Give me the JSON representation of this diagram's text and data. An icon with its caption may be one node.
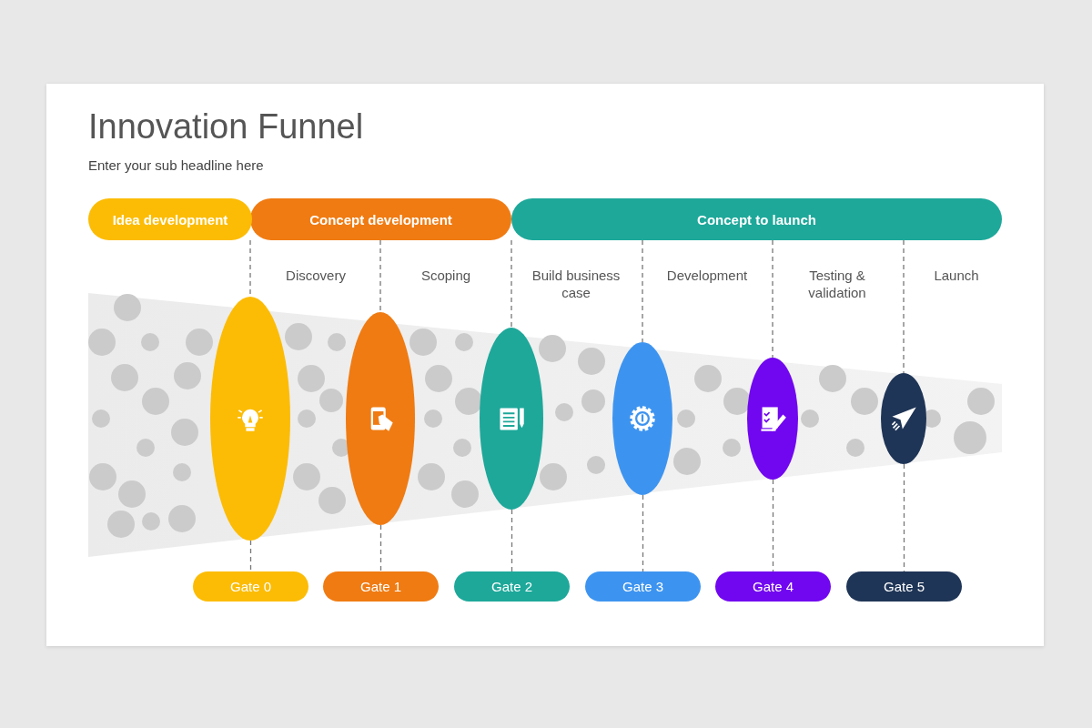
{
  "diagram": {
    "title": "Innovation Funnel",
    "caption": "Enter your sub headline here",
    "nodes": [
      {
        "text": [
          "Idea development"
        ]
      },
      {
        "text": [
          "Concept development"
        ]
      },
      {
        "text": [
          "Concept to launch"
        ]
      },
      {
        "text": [],
        "shape": "ellipse"
      },
      {
        "text": [],
        "shape": "ellipse"
      },
      {
        "text": [],
        "shape": "ellipse"
      },
      {
        "text": [],
        "shape": "ellipse"
      },
      {
        "text": [],
        "shape": "ellipse"
      },
      {
        "text": [],
        "shape": "ellipse"
      },
      {
        "text": [
          "Gate 0"
        ]
      },
      {
        "text": [
          "Gate 1"
        ]
      },
      {
        "text": [
          "Gate 2"
        ]
      },
      {
        "text": [
          "Gate 3"
        ]
      },
      {
        "text": [
          "Gate 4"
        ]
      },
      {
        "text": [
          "Gate 5"
        ]
      }
    ],
    "edges": [
      {
        "from": 1,
        "to": 3,
        "arrow": "none",
        "style": "dashed"
      },
      {
        "from": 1,
        "to": 4,
        "arrow": "none",
        "style": "dashed"
      },
      {
        "from": 2,
        "to": 5,
        "arrow": "none",
        "style": "dashed"
      },
      {
        "from": 2,
        "to": 6,
        "arrow": "none",
        "style": "dashed"
      },
      {
        "from": 2,
        "to": 7,
        "arrow": "none",
        "style": "dashed"
      },
      {
        "from": 2,
        "to": 8,
        "arrow": "none",
        "style": "dashed"
      },
      {
        "from": 3,
        "to": 9,
        "arrow": "none",
        "style": "dashed"
      },
      {
        "from": 4,
        "to": 10,
        "arrow": "none",
        "style": "dashed"
      },
      {
        "from": 5,
        "to": 11,
        "arrow": "none",
        "style": "dashed"
      },
      {
        "from": 6,
        "to": 12,
        "arrow": "none",
        "style": "dashed"
      },
      {
        "from": 7,
        "to": 13,
        "arrow": "none",
        "style": "dashed"
      },
      {
        "from": 8,
        "to": 14,
        "arrow": "none",
        "style": "dashed"
      }
    ],
    "labels": [
      "Discovery",
      "Scoping",
      "Build business case",
      "Development",
      "Testing & validation",
      "Launch"
    ]
  }
}
